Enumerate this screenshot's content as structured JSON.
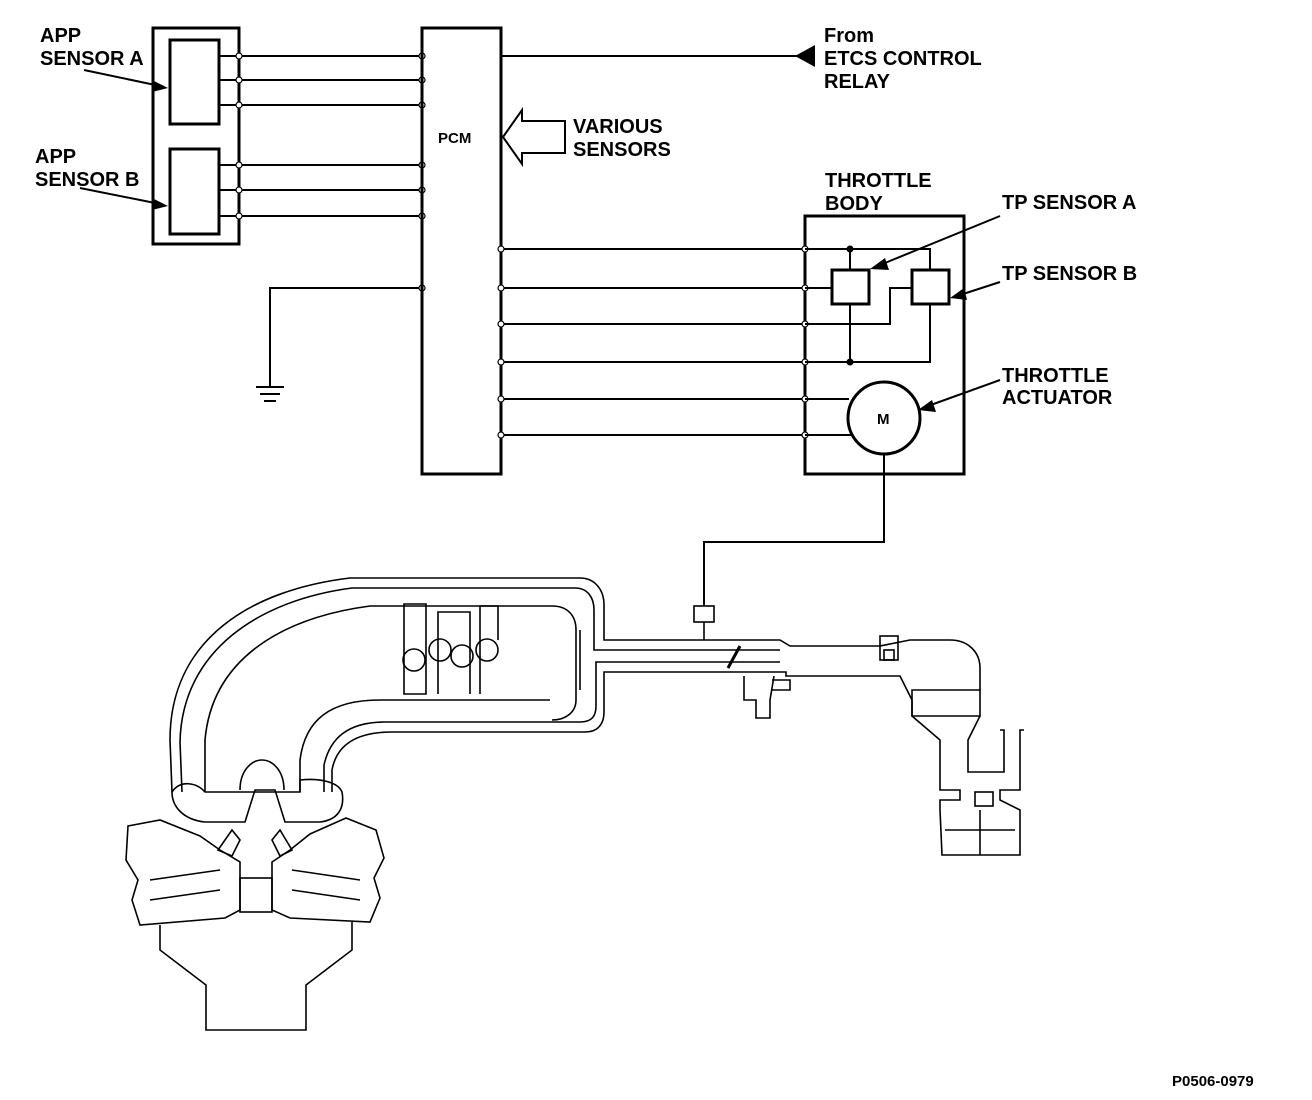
{
  "labels": {
    "app_sensor_a": [
      "APP",
      "SENSOR A"
    ],
    "app_sensor_b": [
      "APP",
      "SENSOR B"
    ],
    "pcm": "PCM",
    "various_sensors": [
      "VARIOUS",
      "SENSORS"
    ],
    "etcs_relay": [
      "From",
      "ETCS CONTROL",
      "RELAY"
    ],
    "throttle_body": [
      "THROTTLE",
      "BODY"
    ],
    "tp_sensor_a": "TP SENSOR A",
    "tp_sensor_b": "TP SENSOR B",
    "throttle_actuator": [
      "THROTTLE",
      "ACTUATOR"
    ],
    "motor": "M",
    "figure_id": "P0506-0979"
  },
  "icons": {
    "ground": "ground-symbol-icon",
    "arrow_in": "hollow-arrow-icon",
    "relay_arrow": "triangle-arrow-icon"
  }
}
